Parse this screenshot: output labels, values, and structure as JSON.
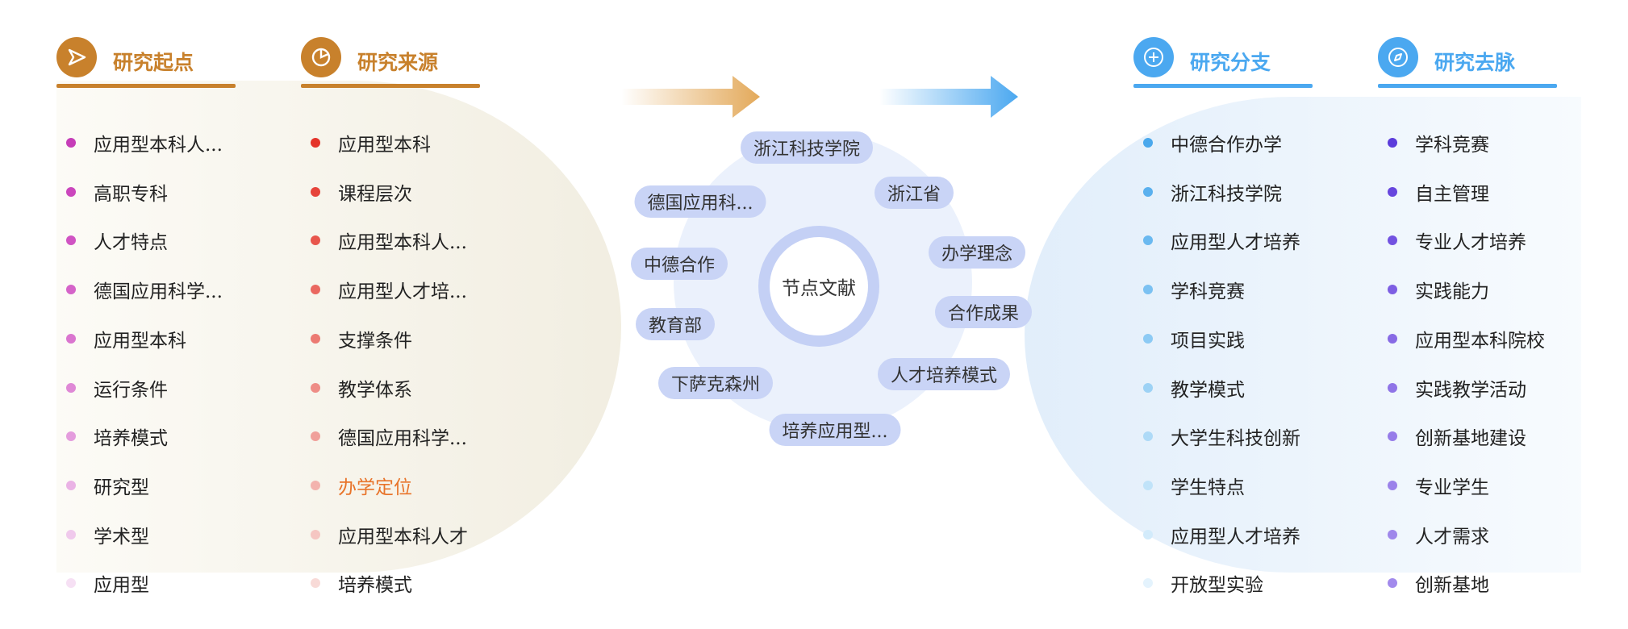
{
  "colors": {
    "orange": "#C8812C",
    "blue": "#4BA8F0",
    "highlight": "#E8742A"
  },
  "columns": [
    {
      "title": "研究起点",
      "icon": "send-icon",
      "theme": "orange",
      "items": [
        {
          "label": "应用型本科人...",
          "dot": "#C63DB8"
        },
        {
          "label": "高职专科",
          "dot": "#CB46BD"
        },
        {
          "label": "人才特点",
          "dot": "#D053C3"
        },
        {
          "label": "德国应用科学...",
          "dot": "#D563C9"
        },
        {
          "label": "应用型本科",
          "dot": "#DA75CF"
        },
        {
          "label": "运行条件",
          "dot": "#DF88D6"
        },
        {
          "label": "培养模式",
          "dot": "#E49CDD"
        },
        {
          "label": "研究型",
          "dot": "#EAB2E5"
        },
        {
          "label": "学术型",
          "dot": "#F0C9EC"
        },
        {
          "label": "应用型",
          "dot": "#F6E0F4"
        }
      ]
    },
    {
      "title": "研究来源",
      "icon": "pie-chart-icon",
      "theme": "orange",
      "items": [
        {
          "label": "应用型本科",
          "dot": "#E4342A"
        },
        {
          "label": "课程层次",
          "dot": "#E6443A"
        },
        {
          "label": "应用型本科人...",
          "dot": "#E8564C"
        },
        {
          "label": "应用型人才培...",
          "dot": "#EA6860"
        },
        {
          "label": "支撑条件",
          "dot": "#EC7A72"
        },
        {
          "label": "教学体系",
          "dot": "#EE8D86"
        },
        {
          "label": "德国应用科学...",
          "dot": "#F0A09A"
        },
        {
          "label": "办学定位",
          "dot": "#F3B3AE",
          "highlight": true
        },
        {
          "label": "应用型本科人才",
          "dot": "#F5C6C2"
        },
        {
          "label": "培养模式",
          "dot": "#F8DAD7"
        }
      ]
    },
    {
      "title": "研究分支",
      "icon": "plus-circle-icon",
      "theme": "blue",
      "items": [
        {
          "label": "中德合作办学",
          "dot": "#4AA8EC"
        },
        {
          "label": "浙江科技学院",
          "dot": "#5AB0EE"
        },
        {
          "label": "应用型人才培养",
          "dot": "#6AB9F0"
        },
        {
          "label": "学科竞赛",
          "dot": "#7BC1F2"
        },
        {
          "label": "项目实践",
          "dot": "#8CCAF4"
        },
        {
          "label": "教学模式",
          "dot": "#9DD2F5"
        },
        {
          "label": "大学生科技创新",
          "dot": "#AEDAF7"
        },
        {
          "label": "学生特点",
          "dot": "#C0E3F9"
        },
        {
          "label": "应用型人才培养",
          "dot": "#D2EBFB"
        },
        {
          "label": "开放型实验",
          "dot": "#E4F3FD"
        }
      ]
    },
    {
      "title": "研究去脉",
      "icon": "compass-icon",
      "theme": "blue",
      "items": [
        {
          "label": "学科竞赛",
          "dot": "#5B3CDB"
        },
        {
          "label": "自主管理",
          "dot": "#6746DE"
        },
        {
          "label": "专业人才培养",
          "dot": "#7252E1"
        },
        {
          "label": "实践能力",
          "dot": "#7D5EE3"
        },
        {
          "label": "应用型本科院校",
          "dot": "#876AE5"
        },
        {
          "label": "实践教学活动",
          "dot": "#8F74E7"
        },
        {
          "label": "创新基地建设",
          "dot": "#967CE9"
        },
        {
          "label": "专业学生",
          "dot": "#9B82EA"
        },
        {
          "label": "人才需求",
          "dot": "#9F87EB"
        },
        {
          "label": "创新基地",
          "dot": "#A28AEC"
        }
      ]
    }
  ],
  "center": {
    "label": "节点文献",
    "nodes": [
      "浙江科技学院",
      "浙江省",
      "办学理念",
      "合作成果",
      "人才培养模式",
      "培养应用型...",
      "下萨克森州",
      "教育部",
      "中德合作",
      "德国应用科..."
    ]
  }
}
